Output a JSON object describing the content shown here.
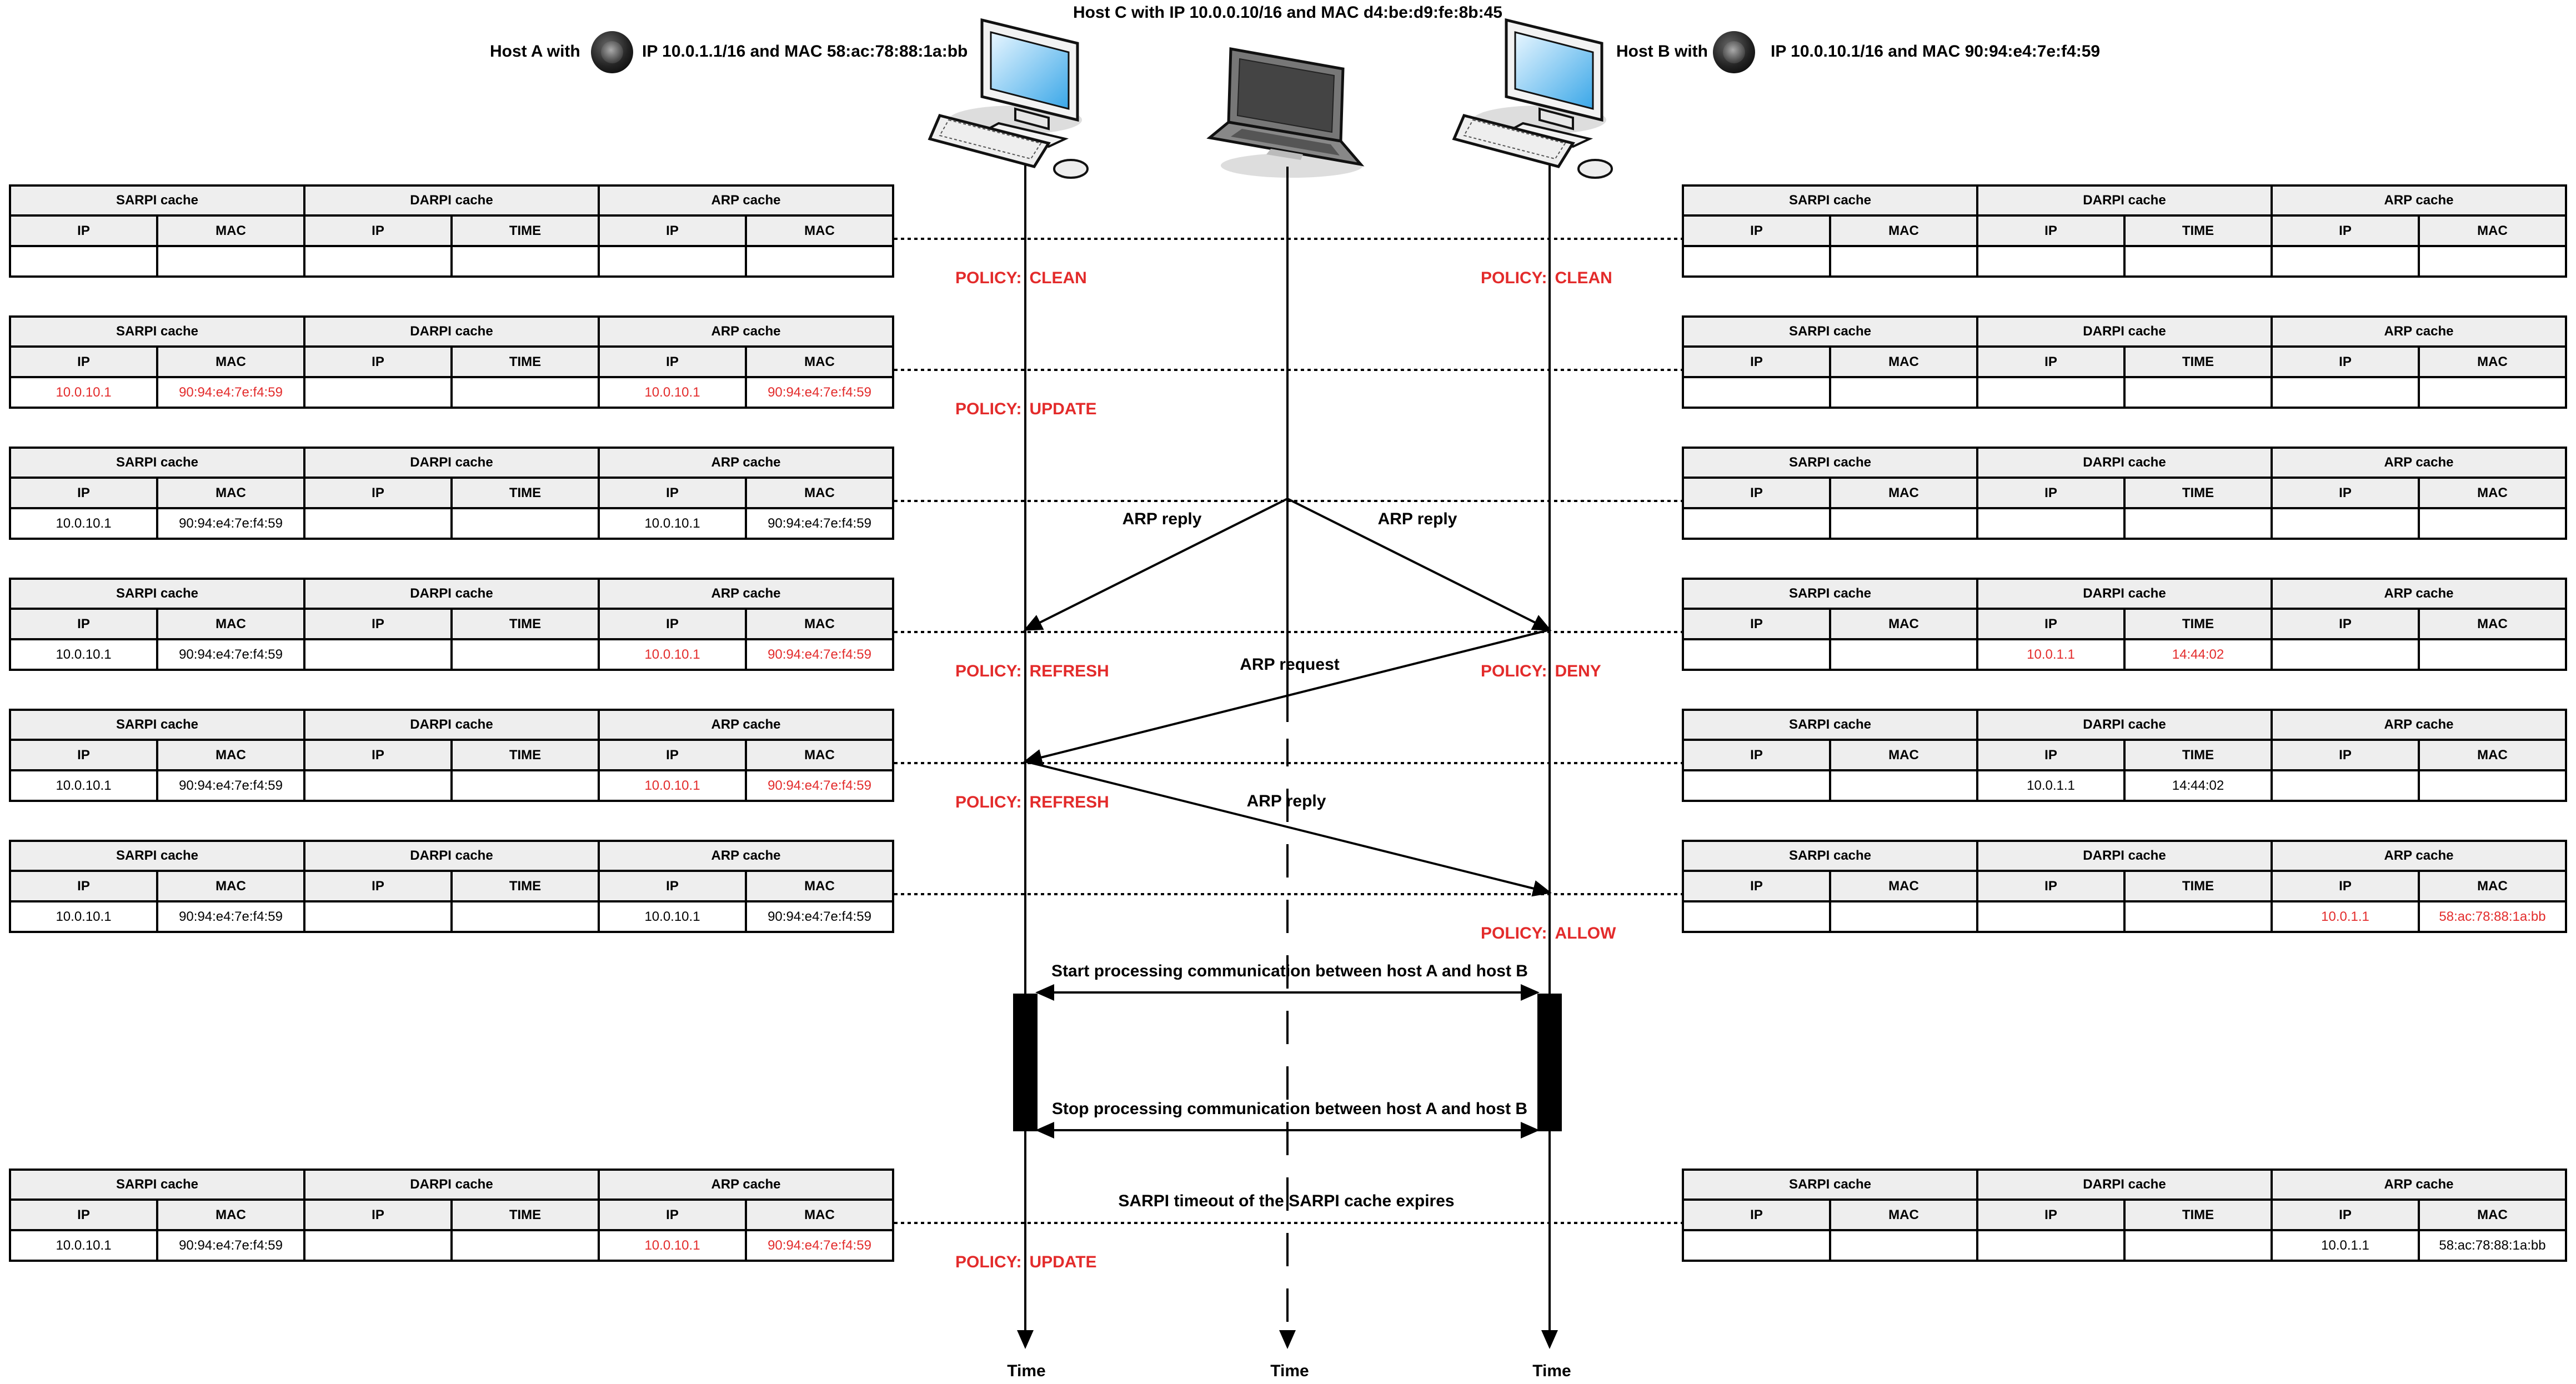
{
  "header": {
    "host_c": "Host C with IP 10.0.0.10/16 and MAC d4:be:d9:fe:8b:45",
    "host_a_prefix": "Host A with",
    "host_a_suffix": "IP 10.0.1.1/16 and MAC 58:ac:78:88:1a:bb",
    "host_b_prefix": "Host B with",
    "host_b_suffix": "IP 10.0.10.1/16 and MAC 90:94:e4:7e:f4:59"
  },
  "cache_headers": {
    "sarpi": "SARPI cache",
    "darpi": "DARPI cache",
    "arp": "ARP cache",
    "ip": "IP",
    "mac": "MAC",
    "time": "TIME"
  },
  "policy_label": "POLICY:",
  "rows": [
    {
      "left": {
        "sarpi_ip": "",
        "sarpi_mac": "",
        "darpi_ip": "",
        "darpi_time": "",
        "arp_ip": "",
        "arp_mac": "",
        "red": []
      },
      "right": {
        "sarpi_ip": "",
        "sarpi_mac": "",
        "darpi_ip": "",
        "darpi_time": "",
        "arp_ip": "",
        "arp_mac": "",
        "red": []
      },
      "policy_a": "CLEAN",
      "policy_b": "CLEAN"
    },
    {
      "left": {
        "sarpi_ip": "10.0.10.1",
        "sarpi_mac": "90:94:e4:7e:f4:59",
        "darpi_ip": "",
        "darpi_time": "",
        "arp_ip": "10.0.10.1",
        "arp_mac": "90:94:e4:7e:f4:59",
        "red": [
          "sarpi_ip",
          "sarpi_mac",
          "arp_ip",
          "arp_mac"
        ]
      },
      "right": {
        "sarpi_ip": "",
        "sarpi_mac": "",
        "darpi_ip": "",
        "darpi_time": "",
        "arp_ip": "",
        "arp_mac": "",
        "red": []
      },
      "policy_a": "UPDATE",
      "policy_b": ""
    },
    {
      "left": {
        "sarpi_ip": "10.0.10.1",
        "sarpi_mac": "90:94:e4:7e:f4:59",
        "darpi_ip": "",
        "darpi_time": "",
        "arp_ip": "10.0.10.1",
        "arp_mac": "90:94:e4:7e:f4:59",
        "red": []
      },
      "right": {
        "sarpi_ip": "",
        "sarpi_mac": "",
        "darpi_ip": "",
        "darpi_time": "",
        "arp_ip": "",
        "arp_mac": "",
        "red": []
      },
      "policy_a": "",
      "policy_b": ""
    },
    {
      "left": {
        "sarpi_ip": "10.0.10.1",
        "sarpi_mac": "90:94:e4:7e:f4:59",
        "darpi_ip": "",
        "darpi_time": "",
        "arp_ip": "10.0.10.1",
        "arp_mac": "90:94:e4:7e:f4:59",
        "red": [
          "arp_ip",
          "arp_mac"
        ]
      },
      "right": {
        "sarpi_ip": "",
        "sarpi_mac": "",
        "darpi_ip": "10.0.1.1",
        "darpi_time": "14:44:02",
        "arp_ip": "",
        "arp_mac": "",
        "red": [
          "darpi_ip",
          "darpi_time"
        ]
      },
      "policy_a": "REFRESH",
      "policy_b": "DENY"
    },
    {
      "left": {
        "sarpi_ip": "10.0.10.1",
        "sarpi_mac": "90:94:e4:7e:f4:59",
        "darpi_ip": "",
        "darpi_time": "",
        "arp_ip": "10.0.10.1",
        "arp_mac": "90:94:e4:7e:f4:59",
        "red": [
          "arp_ip",
          "arp_mac"
        ]
      },
      "right": {
        "sarpi_ip": "",
        "sarpi_mac": "",
        "darpi_ip": "10.0.1.1",
        "darpi_time": "14:44:02",
        "arp_ip": "",
        "arp_mac": "",
        "red": []
      },
      "policy_a": "REFRESH",
      "policy_b": ""
    },
    {
      "left": {
        "sarpi_ip": "10.0.10.1",
        "sarpi_mac": "90:94:e4:7e:f4:59",
        "darpi_ip": "",
        "darpi_time": "",
        "arp_ip": "10.0.10.1",
        "arp_mac": "90:94:e4:7e:f4:59",
        "red": []
      },
      "right": {
        "sarpi_ip": "",
        "sarpi_mac": "",
        "darpi_ip": "",
        "darpi_time": "",
        "arp_ip": "10.0.1.1",
        "arp_mac": "58:ac:78:88:1a:bb",
        "red": [
          "arp_ip",
          "arp_mac"
        ]
      },
      "policy_a": "",
      "policy_b": "ALLOW"
    },
    {
      "left": {
        "sarpi_ip": "10.0.10.1",
        "sarpi_mac": "90:94:e4:7e:f4:59",
        "darpi_ip": "",
        "darpi_time": "",
        "arp_ip": "10.0.10.1",
        "arp_mac": "90:94:e4:7e:f4:59",
        "red": [
          "arp_ip",
          "arp_mac"
        ]
      },
      "right": {
        "sarpi_ip": "",
        "sarpi_mac": "",
        "darpi_ip": "",
        "darpi_time": "",
        "arp_ip": "10.0.1.1",
        "arp_mac": "58:ac:78:88:1a:bb",
        "red": []
      },
      "policy_a": "UPDATE",
      "policy_b": ""
    }
  ],
  "messages": {
    "arp_reply_left": "ARP reply",
    "arp_reply_right": "ARP reply",
    "arp_request": "ARP request",
    "arp_reply_second": "ARP reply",
    "start_processing": "Start processing communication between host A and host B",
    "stop_processing": "Stop processing communication between host A and host B",
    "sarpi_timeout": "SARPI timeout of the SARPI cache expires"
  },
  "time_labels": [
    "Time",
    "Time",
    "Time"
  ]
}
